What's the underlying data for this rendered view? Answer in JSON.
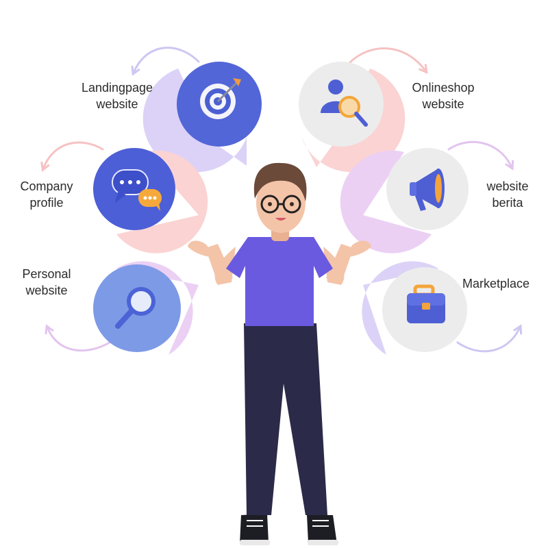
{
  "colors": {
    "blue_dark": "#5266d8",
    "blue_light": "#7d9ae6",
    "grey_circle": "#ececec",
    "lavender_tail": "#dcd2f7",
    "pink_tail": "#fbd3d3",
    "lilac_tail": "#ebd0f4",
    "shirt": "#6a5ae0",
    "pants": "#2b2a48",
    "hair": "#6b4a3a",
    "skin": "#f4c4a8"
  },
  "services": [
    {
      "id": "landingpage",
      "line1": "Landingpage",
      "line2": "website",
      "icon": "target-dart-icon"
    },
    {
      "id": "onlineshop",
      "line1": "Onlineshop",
      "line2": "website",
      "icon": "user-search-icon"
    },
    {
      "id": "company",
      "line1": "Company",
      "line2": "profile",
      "icon": "chat-bubbles-icon"
    },
    {
      "id": "berita",
      "line1": "website",
      "line2": "berita",
      "icon": "megaphone-icon"
    },
    {
      "id": "personal",
      "line1": "Personal",
      "line2": "website",
      "icon": "magnifier-icon"
    },
    {
      "id": "marketplace",
      "line1": "Marketplace",
      "line2": "",
      "icon": "briefcase-icon"
    }
  ]
}
